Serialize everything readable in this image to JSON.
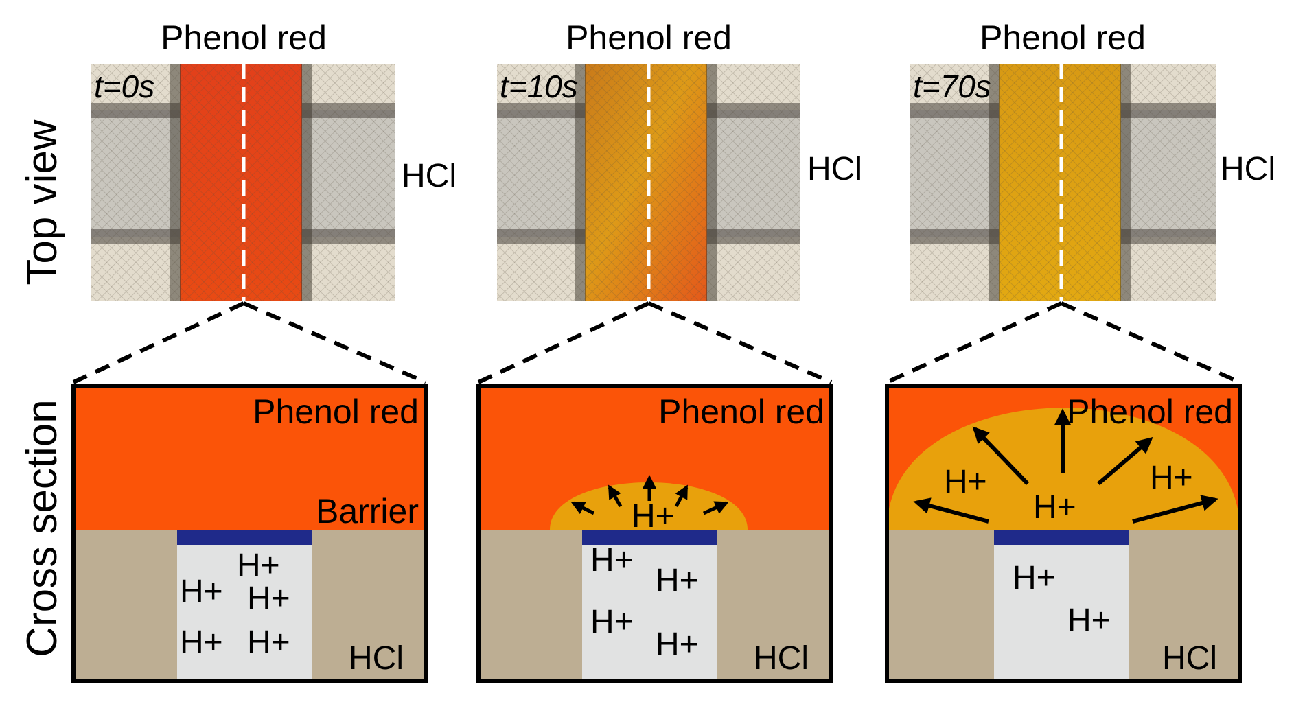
{
  "row_labels": {
    "top": "Top view",
    "bottom": "Cross section"
  },
  "colors": {
    "phenol_red": "#FB5408",
    "acid_yellow": "#E8A10C",
    "substrate": "#BDAE93",
    "channel": "#E1E2E2",
    "barrier": "#1F2A8A",
    "outline": "#000000"
  },
  "panels": [
    {
      "top_title": "Phenol red",
      "time": "t=0s",
      "top_side_label": "HCl",
      "section_solution_label": "Phenol red",
      "section_barrier_label": "Barrier",
      "section_hcl_label": "HCl",
      "ions": [
        "H+",
        "H+",
        "H+",
        "H+",
        "H+"
      ]
    },
    {
      "top_title": "Phenol red",
      "time": "t=10s",
      "top_side_label": "HCl",
      "section_solution_label": "Phenol red",
      "section_hcl_label": "HCl",
      "ions": [
        "H+",
        "H+",
        "H+",
        "H+",
        "H+"
      ]
    },
    {
      "top_title": "Phenol red",
      "time": "t=70s",
      "top_side_label": "HCl",
      "section_solution_label": "Phenol red",
      "section_hcl_label": "HCl",
      "ions": [
        "H+",
        "H+",
        "H+",
        "H+",
        "H+"
      ]
    }
  ]
}
